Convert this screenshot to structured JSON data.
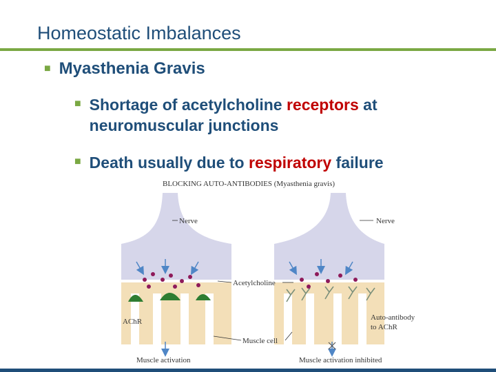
{
  "slide": {
    "title": "Homeostatic Imbalances",
    "bullet1": "Myasthenia Gravis",
    "bullet2": {
      "pre": "Shortage of acetylcholine ",
      "highlight": "receptors",
      "post_line1": " at",
      "line2": "neuromuscular junctions"
    },
    "bullet3": {
      "pre": "Death usually due to ",
      "highlight": "respiratory",
      "post": " failure"
    },
    "bullet_icon": "square-bullet-icon"
  },
  "figure": {
    "heading": "BLOCKING AUTO-ANTIBODIES (Myasthenia gravis)",
    "labels": {
      "nerve_left": "Nerve",
      "nerve_right": "Nerve",
      "acetylcholine": "Acetylcholine",
      "achr": "AChR",
      "auto_antibody_1": "Auto-antibody",
      "auto_antibody_2": "to AChR",
      "muscle_cell": "Muscle cell",
      "muscle_activation": "Muscle activation",
      "muscle_activation_inhibited": "Muscle activation inhibited"
    }
  },
  "colors": {
    "title": "#1f4e79",
    "accent_green": "#7aa843",
    "highlight_red": "#c00000",
    "nerve": "#d6d6ea",
    "muscle": "#f3dfb8",
    "receptor": "#2e7d32",
    "ach_dot": "#8e1a5a",
    "arrow": "#4f86c6"
  }
}
